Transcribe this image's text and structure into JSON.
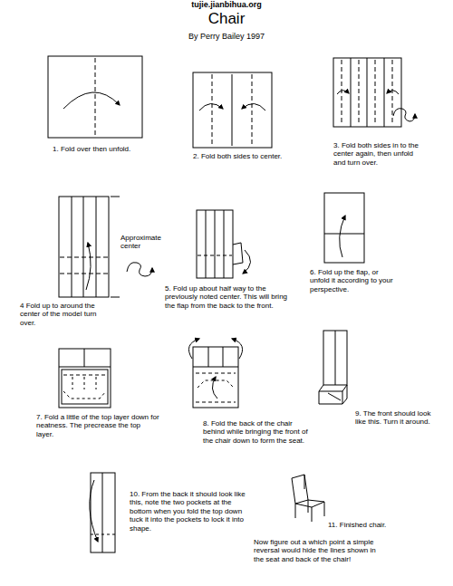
{
  "diagram": {
    "title": "Chair",
    "labels": [
      "tujie.jianbihua.org",
      "By Perry Bailey 1997",
      "1. Fold over then unfold.",
      "2. Fold both sides to center.",
      "3. Fold both sides in to the center again, then unfold and turn over.",
      "Approximate center",
      "4 Fold up to around the center of the model turn over.",
      "5. Fold up about half way to the previously noted center. This will bring the flap from the back to the front.",
      "6. Fold up the flap, or unfold it according to your perspective.",
      "7. Fold a little of the top layer down for neatness. The precrease the top layer.",
      "8. Fold the back of the chair behind while bringing the front of the chair down to form the seat.",
      "9. The front should look like this. Turn it around.",
      "10. From the back it should look like this, note the two pockets at the bottom when you fold the top down tuck it into the pockets to lock it into shape.",
      "11. Finished chair.",
      "Now figure out a which point a simple reversal would hide the lines shown in the seat and back of the chair!"
    ]
  }
}
